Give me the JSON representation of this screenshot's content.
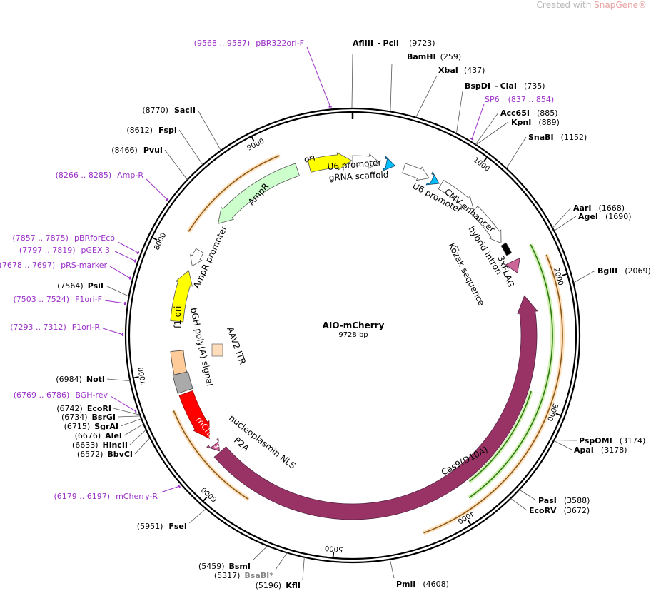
{
  "watermark": {
    "prefix": "Created with ",
    "brand": "SnapGene",
    "mark": "®"
  },
  "plasmid": {
    "name": "AIO-mCherry",
    "length_label": "9728 bp",
    "total_bp": 9728
  },
  "ticks": [
    {
      "bp": 1000,
      "label": "1000"
    },
    {
      "bp": 2000,
      "label": "2000"
    },
    {
      "bp": 3000,
      "label": "3000"
    },
    {
      "bp": 4000,
      "label": "4000"
    },
    {
      "bp": 5000,
      "label": "5000"
    },
    {
      "bp": 6000,
      "label": "6000"
    },
    {
      "bp": 7000,
      "label": "7000"
    },
    {
      "bp": 8000,
      "label": "8000"
    },
    {
      "bp": 9000,
      "label": "9000"
    }
  ],
  "sites": [
    {
      "name": "AflIII",
      "name2": "PciI",
      "pos": "(9723)",
      "bp": 9723
    },
    {
      "name": "BamHI",
      "pos": "(259)",
      "bp": 259
    },
    {
      "name": "XbaI",
      "pos": "(437)",
      "bp": 437
    },
    {
      "name": "BspDI",
      "name2": "ClaI",
      "pos": "(735)",
      "bp": 735
    },
    {
      "name": "Acc65I",
      "pos": "(885)",
      "bp": 885
    },
    {
      "name": "KpnI",
      "pos": "(889)",
      "bp": 889
    },
    {
      "name": "SnaBI",
      "pos": "(1152)",
      "bp": 1152
    },
    {
      "name": "AarI",
      "pos": "(1668)",
      "bp": 1668
    },
    {
      "name": "AgeI",
      "pos": "(1690)",
      "bp": 1690
    },
    {
      "name": "BglII",
      "pos": "(2069)",
      "bp": 2069
    },
    {
      "name": "PspOMI",
      "pos": "(3174)",
      "bp": 3174
    },
    {
      "name": "ApaI",
      "pos": "(3178)",
      "bp": 3178
    },
    {
      "name": "PasI",
      "pos": "(3588)",
      "bp": 3588
    },
    {
      "name": "EcoRV",
      "pos": "(3672)",
      "bp": 3672
    },
    {
      "name": "PmlI",
      "pos": "(4608)",
      "bp": 4608
    },
    {
      "name": "KflI",
      "pos": "(5196)",
      "bp": 5196
    },
    {
      "name": "BsaBI",
      "star": "*",
      "pos": "(5317)",
      "bp": 5317,
      "grey": true
    },
    {
      "name": "BsmI",
      "pos": "(5459)",
      "bp": 5459
    },
    {
      "name": "FseI",
      "pos": "(5951)",
      "bp": 5951
    },
    {
      "name": "BbvCI",
      "pos": "(6572)",
      "bp": 6572
    },
    {
      "name": "HincII",
      "pos": "(6633)",
      "bp": 6633
    },
    {
      "name": "AleI",
      "pos": "(6676)",
      "bp": 6676
    },
    {
      "name": "SgrAI",
      "pos": "(6715)",
      "bp": 6715
    },
    {
      "name": "BsrGI",
      "pos": "(6734)",
      "bp": 6734
    },
    {
      "name": "EcoRI",
      "pos": "(6742)",
      "bp": 6742
    },
    {
      "name": "NotI",
      "pos": "(6984)",
      "bp": 6984
    },
    {
      "name": "PsiI",
      "pos": "(7564)",
      "bp": 7564
    },
    {
      "name": "PvuI",
      "pos": "(8466)",
      "bp": 8466
    },
    {
      "name": "FspI",
      "pos": "(8612)",
      "bp": 8612
    },
    {
      "name": "SacII",
      "pos": "(8770)",
      "bp": 8770
    }
  ],
  "primers": [
    {
      "range": "(9568 .. 9587)",
      "name": "pBR322ori-F",
      "bp": 9577
    },
    {
      "range": "(837 .. 854)",
      "name": "SP6",
      "bp": 845
    },
    {
      "range": "(8266 .. 8285)",
      "name": "Amp-R",
      "bp": 8275
    },
    {
      "range": "(7857 .. 7875)",
      "name": "pBRforEco",
      "bp": 7866
    },
    {
      "range": "(7797 .. 7819)",
      "name": "pGEX 3'",
      "bp": 7808
    },
    {
      "range": "(7678 .. 7697)",
      "name": "pRS-marker",
      "bp": 7687
    },
    {
      "range": "(7503 .. 7524)",
      "name": "F1ori-F",
      "bp": 7513
    },
    {
      "range": "(7293 .. 7312)",
      "name": "F1ori-R",
      "bp": 7302
    },
    {
      "range": "(6769 .. 6786)",
      "name": "BGH-rev",
      "bp": 6777
    },
    {
      "range": "(6179 .. 6197)",
      "name": "mCherry-R",
      "bp": 6188
    }
  ],
  "features": [
    {
      "key": "cas9",
      "label": "Cas9(D10A)",
      "color": "#993366"
    },
    {
      "key": "mcherry",
      "label": "mCherry",
      "color": "#ff0000"
    },
    {
      "key": "ampr",
      "label": "AmpR",
      "color": "#ccffcc"
    },
    {
      "key": "ori",
      "label": "ori",
      "color": "#ffff00"
    },
    {
      "key": "f1ori",
      "label": "f1 ori",
      "color": "#ffff00"
    },
    {
      "key": "amprpromoter",
      "label": "AmpR promoter"
    },
    {
      "key": "u6a",
      "label": "U6 promoter"
    },
    {
      "key": "gscaffold",
      "label": "gRNA scaffold"
    },
    {
      "key": "u6b",
      "label": "U6 promoter"
    },
    {
      "key": "cmv",
      "label": "CMV enhancer"
    },
    {
      "key": "intron",
      "label": "hybrid intron"
    },
    {
      "key": "kozak",
      "label": "Kozak sequence"
    },
    {
      "key": "flag",
      "label": "3xFLAG"
    },
    {
      "key": "bgh",
      "label": "bGH poly(A) signal"
    },
    {
      "key": "aav",
      "label": "AAV2 ITR"
    },
    {
      "key": "nls",
      "label": "nucleoplasmin NLS"
    },
    {
      "key": "p2a",
      "label": "P2A"
    }
  ]
}
